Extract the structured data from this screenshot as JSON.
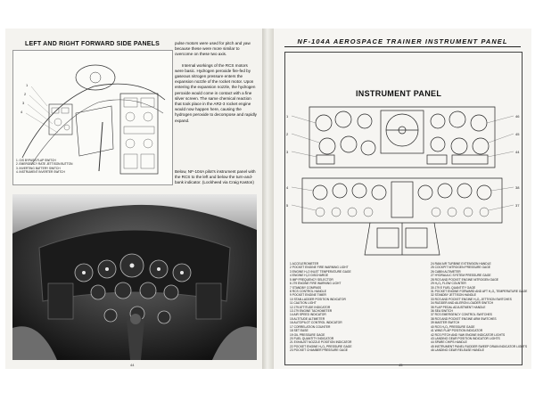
{
  "left_page": {
    "title": "LEFT AND RIGHT FORWARD SIDE PANELS",
    "diagram_legend": [
      "1. G/S BYPASS FLAP SWITCH",
      "2. EMERGENCY RATE JETTISON BUTTON",
      "3. INVERTING BATTERY SWITCH",
      "4. INSTRUMENT INVERTER SWITCH"
    ],
    "paragraphs": [
      "pulse motors were used for pitch and yaw because these were more similar to overcome on these two axis.",
      "Internal workings of the RCS motors were basic. Hydrogen peroxide fire-fed by gaseous nitrogen pressure enters the expansion nozzle of the rocket motor. Upon entering the expansion nozzle, the hydrogen peroxide would come in contact with a fine silver screen. The same chemical reaction that took place in the AR2-3 rocket engine would now happen here, causing the hydrogen peroxide to decompose and rapidly expand."
    ],
    "caption": "Below, NF-104A pilot's instrument panel with the RCS to the left and below the turn-and-bank indicator. (Lockheed via Craig Kaston)",
    "page_number": "44"
  },
  "right_page": {
    "header": "NF-104A AEROSPACE TRAINER INSTRUMENT PANEL",
    "panel_title": "INSTRUMENT PANEL",
    "legend_col1": [
      "1  ACCELEROMETER",
      "2  POCKET ENGINE FIRE WARNING LIGHT",
      "3  ENGINE H₂O INLET TEMPERATURE GAGE",
      "4  ENGINE H₂O DISCHARGE",
      "5  IMP FREQUENCY SELECTOR",
      "6  J79 ENGINE FIRE WARNING LIGHT",
      "7  STANDBY COMPASS",
      "8  RCS CONTROL HANDLE",
      "9  POCKET ENGINE TIMER",
      "10 STAB-LADDER POSITION INDICATOR",
      "11 CAUTION LIGHT",
      "12 J79 ATTITUDE INDICATOR",
      "13 J79 ENGINE TACHOMETER",
      "14 AIR SPEED INDICATOR",
      "15 ALTITUDE ALTIMETER",
      "16 AUTOPILOT CONTROL INDICATOR",
      "17 CORRELATION COUNTER",
      "18 SET EASE",
      "19 OIL PRESSURE GAGE",
      "20 FUEL QUANTITY INDICATOR",
      "21 EXHAUST NOZZLE POSITION INDICATOR",
      "22 POCKET ENGINE H₂O₂ PRESSURE GAGE",
      "23 POCKET CHAMBER PRESSURE GAGE"
    ],
    "legend_col2": [
      "24 RAM AIR TURBINE EXTENSION HANDLE",
      "25 COCKPIT NITROGEN PRESSURE GAGE",
      "26 CABIN ALTIMETER",
      "27 HYDRAULIC SYSTEM PRESSURE GAGE",
      "28 RCS AND POCKET ENGINE NITROGEN GAGE",
      "29 H₂O₂ FLOW COUNTER",
      "30 J79 E FUEL QUANTITY GAGE",
      "31 POCKET ENGINE FORWARD AND AFT H₂O₂ TEMPERATURE GAGE",
      "32 STANDBY JETTISON HANDLE",
      "33 RCS AND POCKET ENGINE H₂O₂ JETTISON SWITCHES",
      "34 RUDDER AND AILERON LOADER SWITCH",
      "35 FLAP PEDAL ADJUSTMENT HANDLE",
      "36 SEA SWITCH",
      "37 RCS EMERGENCY CONTROL SWITCHES",
      "38 RCS AND POCKET ENGINE ARM SWITCHES",
      "39 MASTER SWITCH",
      "40 RCS H₂O₂ PRESSURE GAGE",
      "41 WING FLAP POSITION INDICATOR",
      "42 RCS PITCH AND YAW ENGINE INDICATOR LIGHTS",
      "43 LANDING GEAR POSITION INDICATOR LIGHTS",
      "44 SPARE CHIPS HANDLE",
      "45 INSTRUMENT PANEL RUDDER SWEEP DRAIN INDICATOR LIGHTS",
      "46 LANDING GEAR RELEASE HANDLE"
    ],
    "page_number": "45"
  }
}
